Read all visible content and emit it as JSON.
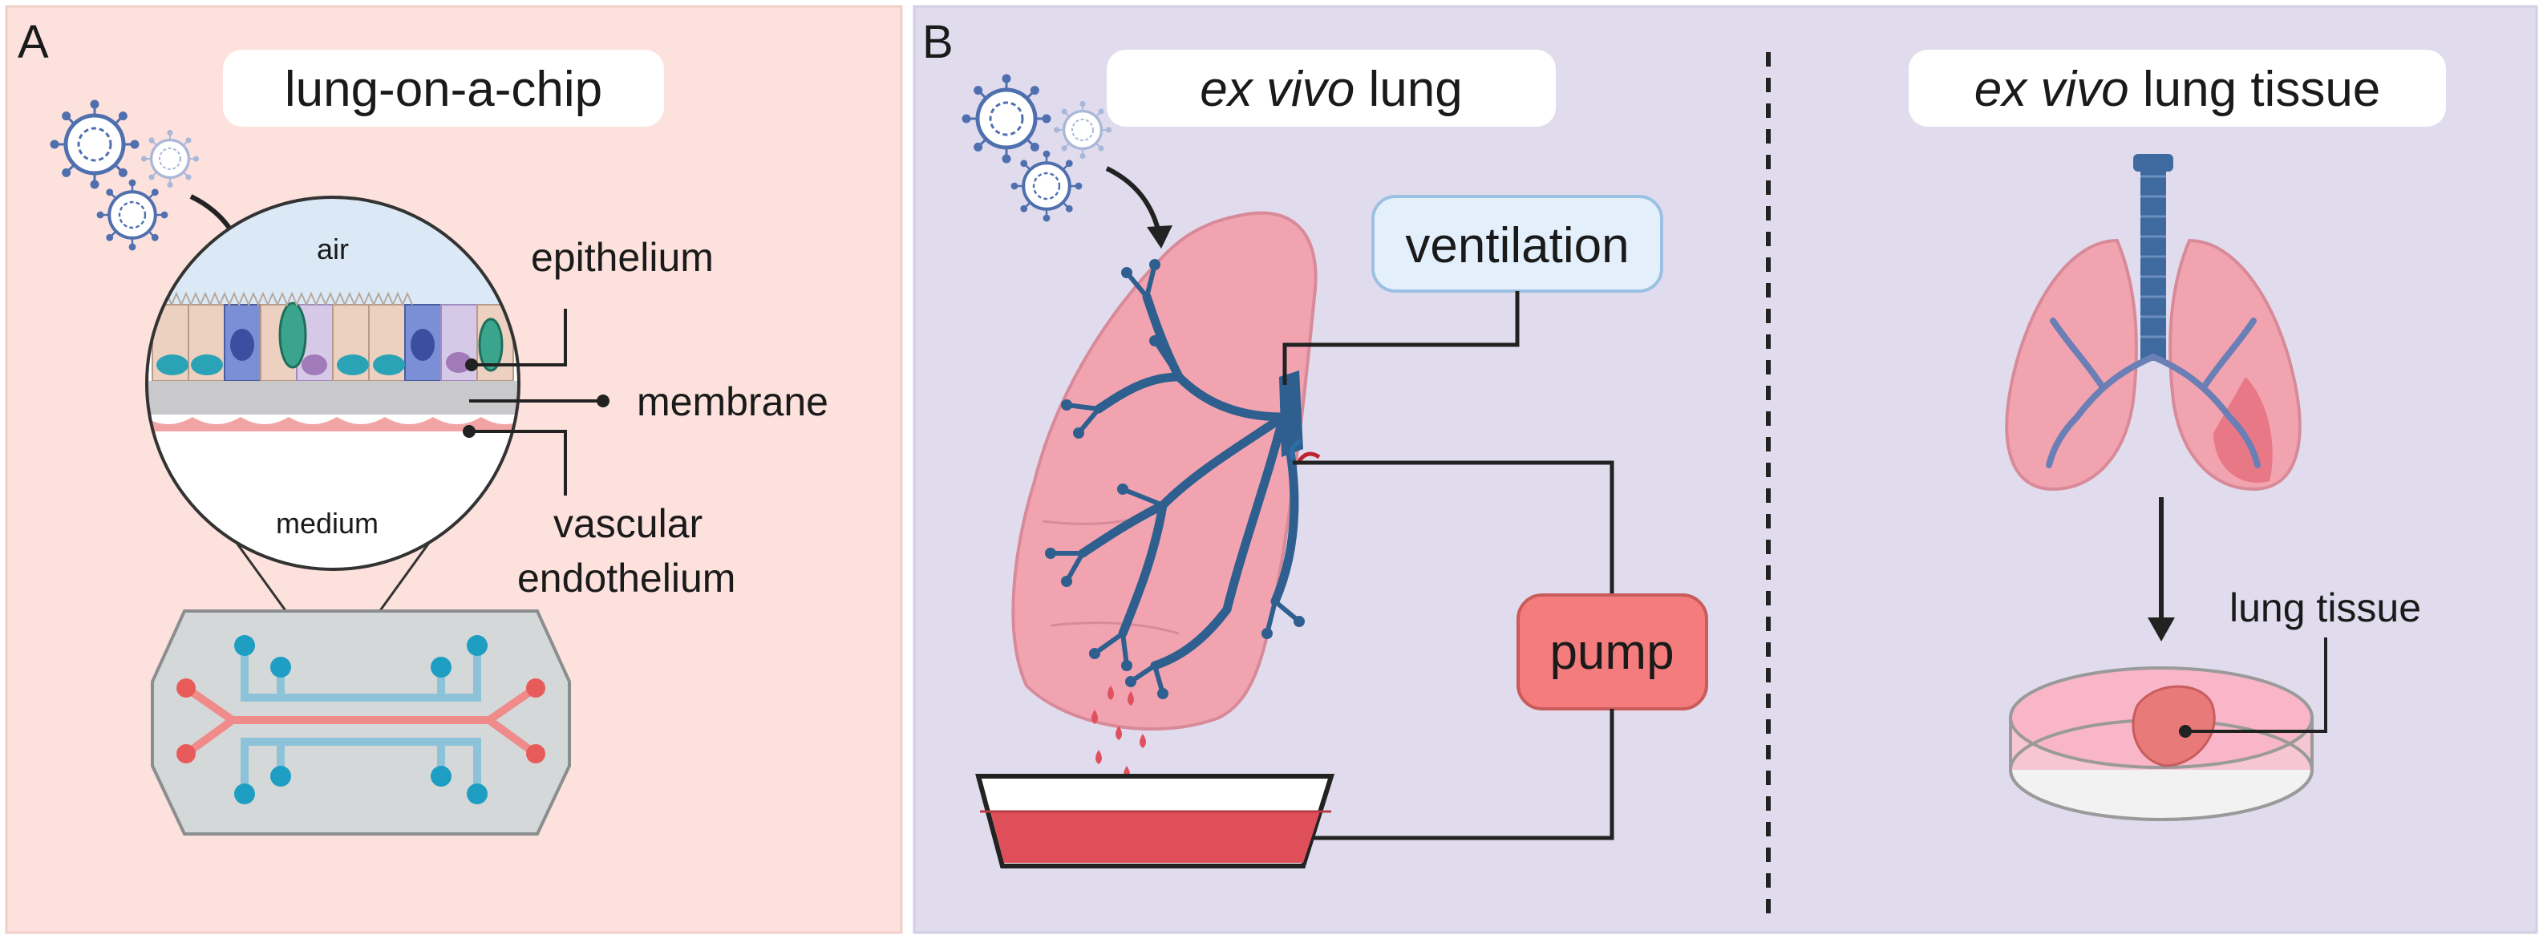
{
  "panel_a": {
    "letter": "A",
    "title": "lung-on-a-chip",
    "labels": {
      "air": "air",
      "medium": "medium",
      "epithelium": "epithelium",
      "membrane": "membrane",
      "vascular": "vascular",
      "endothelium": "endothelium"
    }
  },
  "panel_b": {
    "letter": "B",
    "left_title_italic": "ex vivo",
    "left_title_rest": " lung",
    "ventilation": "ventilation",
    "pump": "pump",
    "right_title_italic": "ex vivo",
    "right_title_rest": " lung tissue",
    "lung_tissue": "lung tissue"
  },
  "colors": {
    "panel_a_bg": "#fce1dc",
    "panel_b_bg": "#e0dcee",
    "virus": "#5a78b4",
    "airway": "#2e5f8e",
    "lung": "#f2a3b0",
    "pump_fill": "#f47c7c",
    "ventilation_fill": "#e3f0fb",
    "blood": "#de4f5a"
  }
}
